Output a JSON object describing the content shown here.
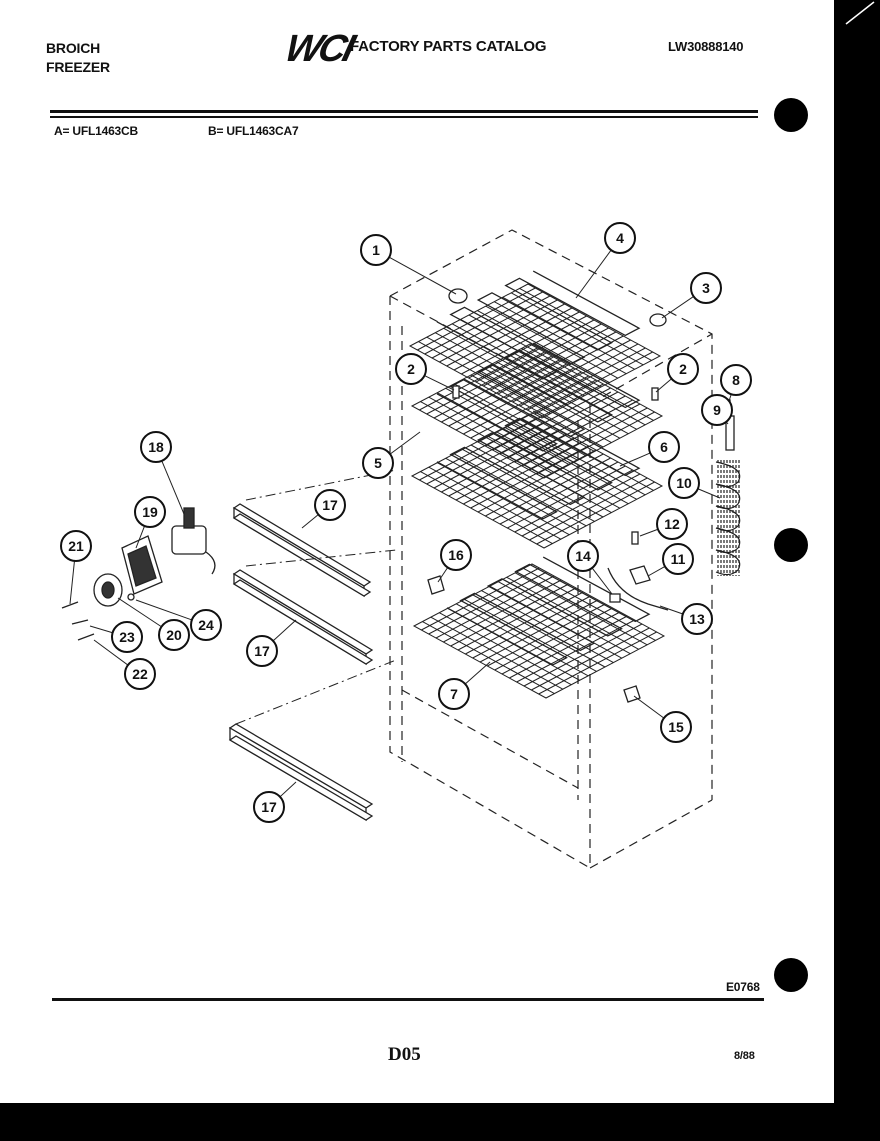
{
  "header": {
    "brand_line1": "BROICH",
    "brand_line2": "FREEZER",
    "logo_text": "WCI",
    "catalog_title": "FACTORY PARTS CATALOG",
    "document_number": "LW30888140"
  },
  "models": {
    "a": "A= UFL1463CB",
    "b": "B= UFL1463CA7"
  },
  "callouts": [
    "1",
    "2",
    "2",
    "3",
    "4",
    "5",
    "6",
    "7",
    "8",
    "9",
    "10",
    "11",
    "12",
    "13",
    "14",
    "15",
    "16",
    "17",
    "17",
    "17",
    "18",
    "19",
    "20",
    "21",
    "22",
    "23",
    "24"
  ],
  "footer": {
    "figure_code": "E0768",
    "page_code": "D05",
    "date": "8/88"
  }
}
